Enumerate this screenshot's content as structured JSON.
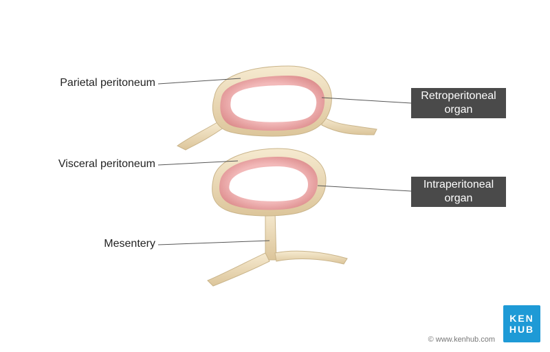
{
  "labels": {
    "parietal": "Parietal peritoneum",
    "visceral": "Visceral peritoneum",
    "mesentery": "Mesentery",
    "retro_line1": "Retroperitoneal",
    "retro_line2": "organ",
    "intra_line1": "Intraperitoneal",
    "intra_line2": "organ"
  },
  "logo": {
    "line1": "KEN",
    "line2": "HUB"
  },
  "copyright": "© www.kenhub.com",
  "colors": {
    "peritoneum": "#efdcb8",
    "peritoneum_edge": "#c9b48a",
    "wall": "#e6a2a2",
    "lumen": "#ffffff",
    "label_box": "#4a4a4a",
    "logo": "#1e9ad6"
  }
}
